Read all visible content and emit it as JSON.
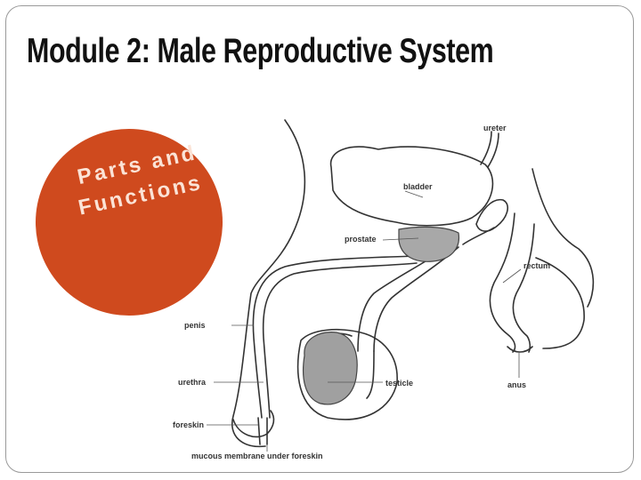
{
  "slide": {
    "title": "Module 2: Male Reproductive System",
    "badge": {
      "line1": "Parts and",
      "line2": "Functions",
      "color": "#cf4a1e"
    }
  },
  "diagram": {
    "labels": {
      "ureter": "ureter",
      "bladder": "bladder",
      "prostate": "prostate",
      "rectum": "rectum",
      "penis": "penis",
      "urethra": "urethra",
      "testicle": "testicle",
      "anus": "anus",
      "foreskin": "foreskin",
      "mucous": "mucous membrane under foreskin"
    }
  }
}
